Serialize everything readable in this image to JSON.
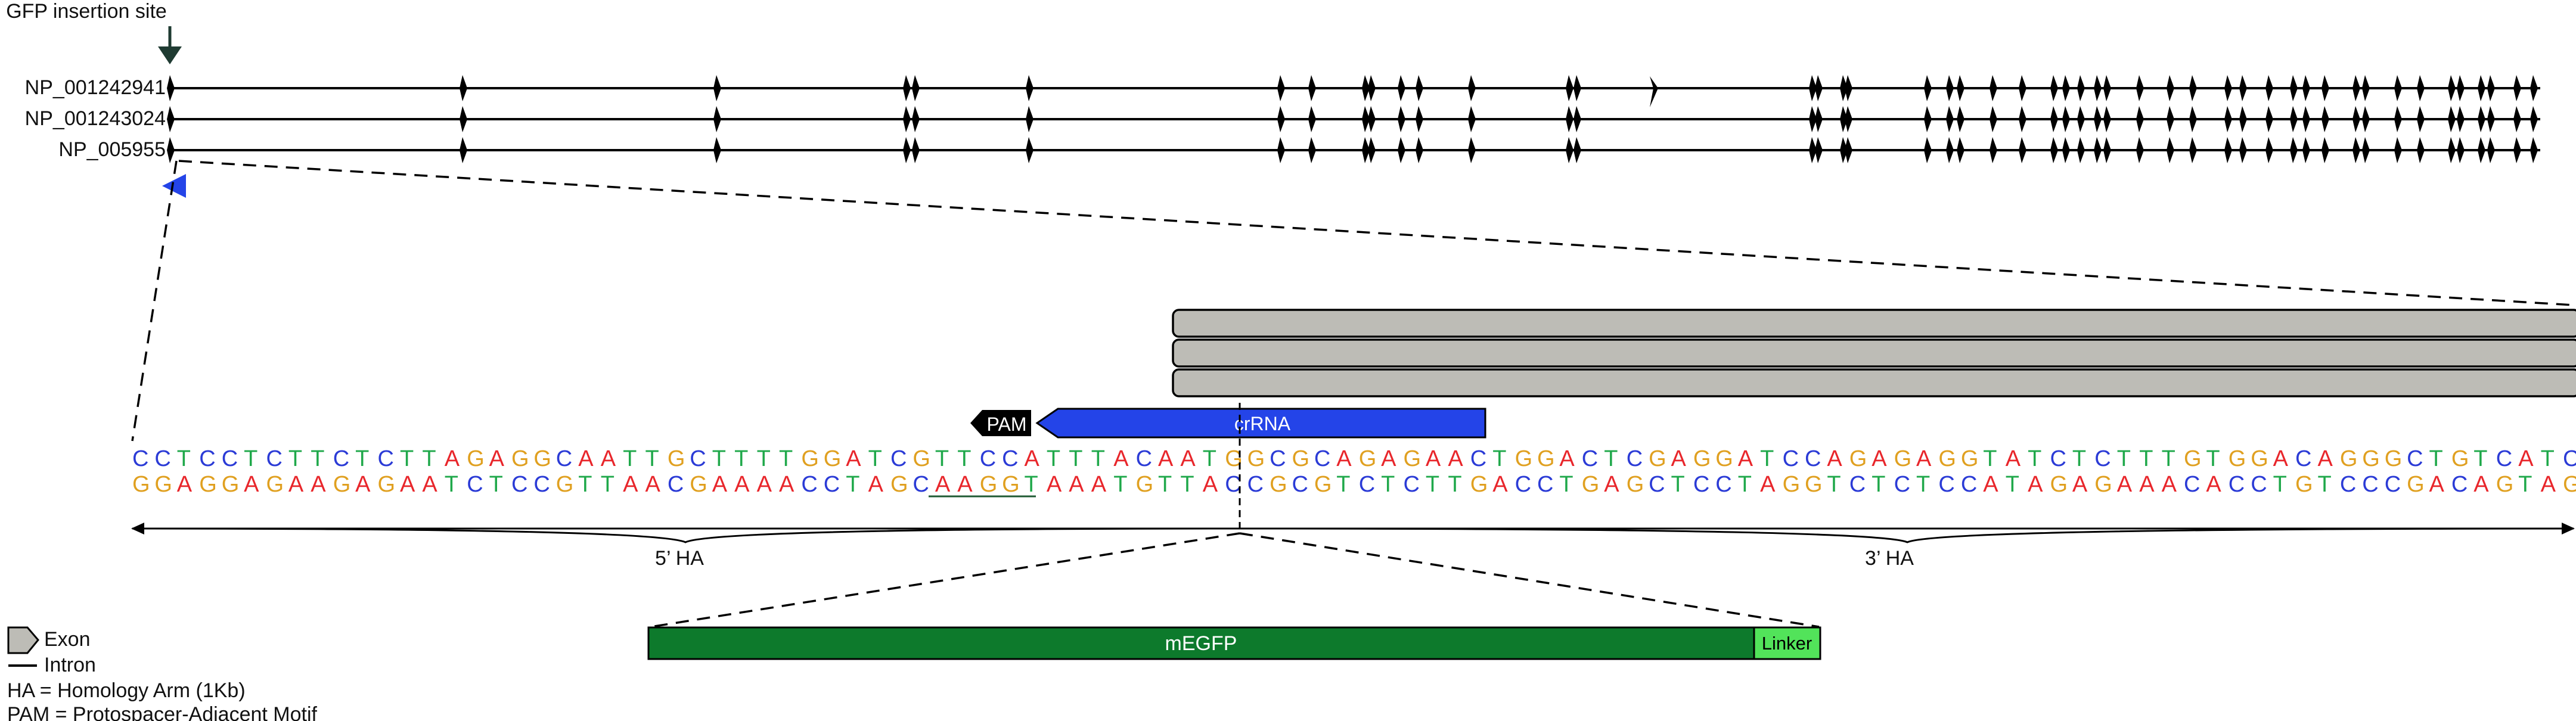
{
  "gfp_label": "GFP insertion site",
  "transcripts": [
    "NP_001242941",
    "NP_001243024",
    "NP_005955"
  ],
  "seq_top": "CCTCCTCTTCTCTTAGAGGCAATTGCTTTTGGATCGTTCCATTTACAATGGCGCAGAGAACTGGACTCGAGGATCCAGAGAGGTATCTCTTTGTGGACAGGGCTGTCATC",
  "seq_bottom": "GGAGGAGAAGAGAATCTCCGTTAACGAAAACCTAGCAAGGTAAATGTTACCGCGTCTCTTGACCTGAGCTCCTAGGTCTCTCCATAGAGAAACACCTGTCCCGACAGTAG",
  "pam_label": "PAM",
  "crrna_label": "crRNA",
  "ha5_label": "5’ HA",
  "ha3_label": "3’ HA",
  "megfp_label": "mEGFP",
  "linker_label": "Linker",
  "legend": {
    "exon": "Exon",
    "intron": "Intron",
    "ha": "HA = Homology Arm (1Kb)",
    "pam": "PAM = Protospacer-Adjacent Motif"
  },
  "colors": {
    "A": "#e8262b",
    "C": "#2b3bd6",
    "G": "#e0a020",
    "T": "#1fa84a",
    "crrna": "#2444e8",
    "pam": "#000000",
    "exon": "#bdbcb6",
    "megfp": "#0d7a2c",
    "linker": "#52e35a",
    "arrow_dark": "#1f3b32"
  }
}
